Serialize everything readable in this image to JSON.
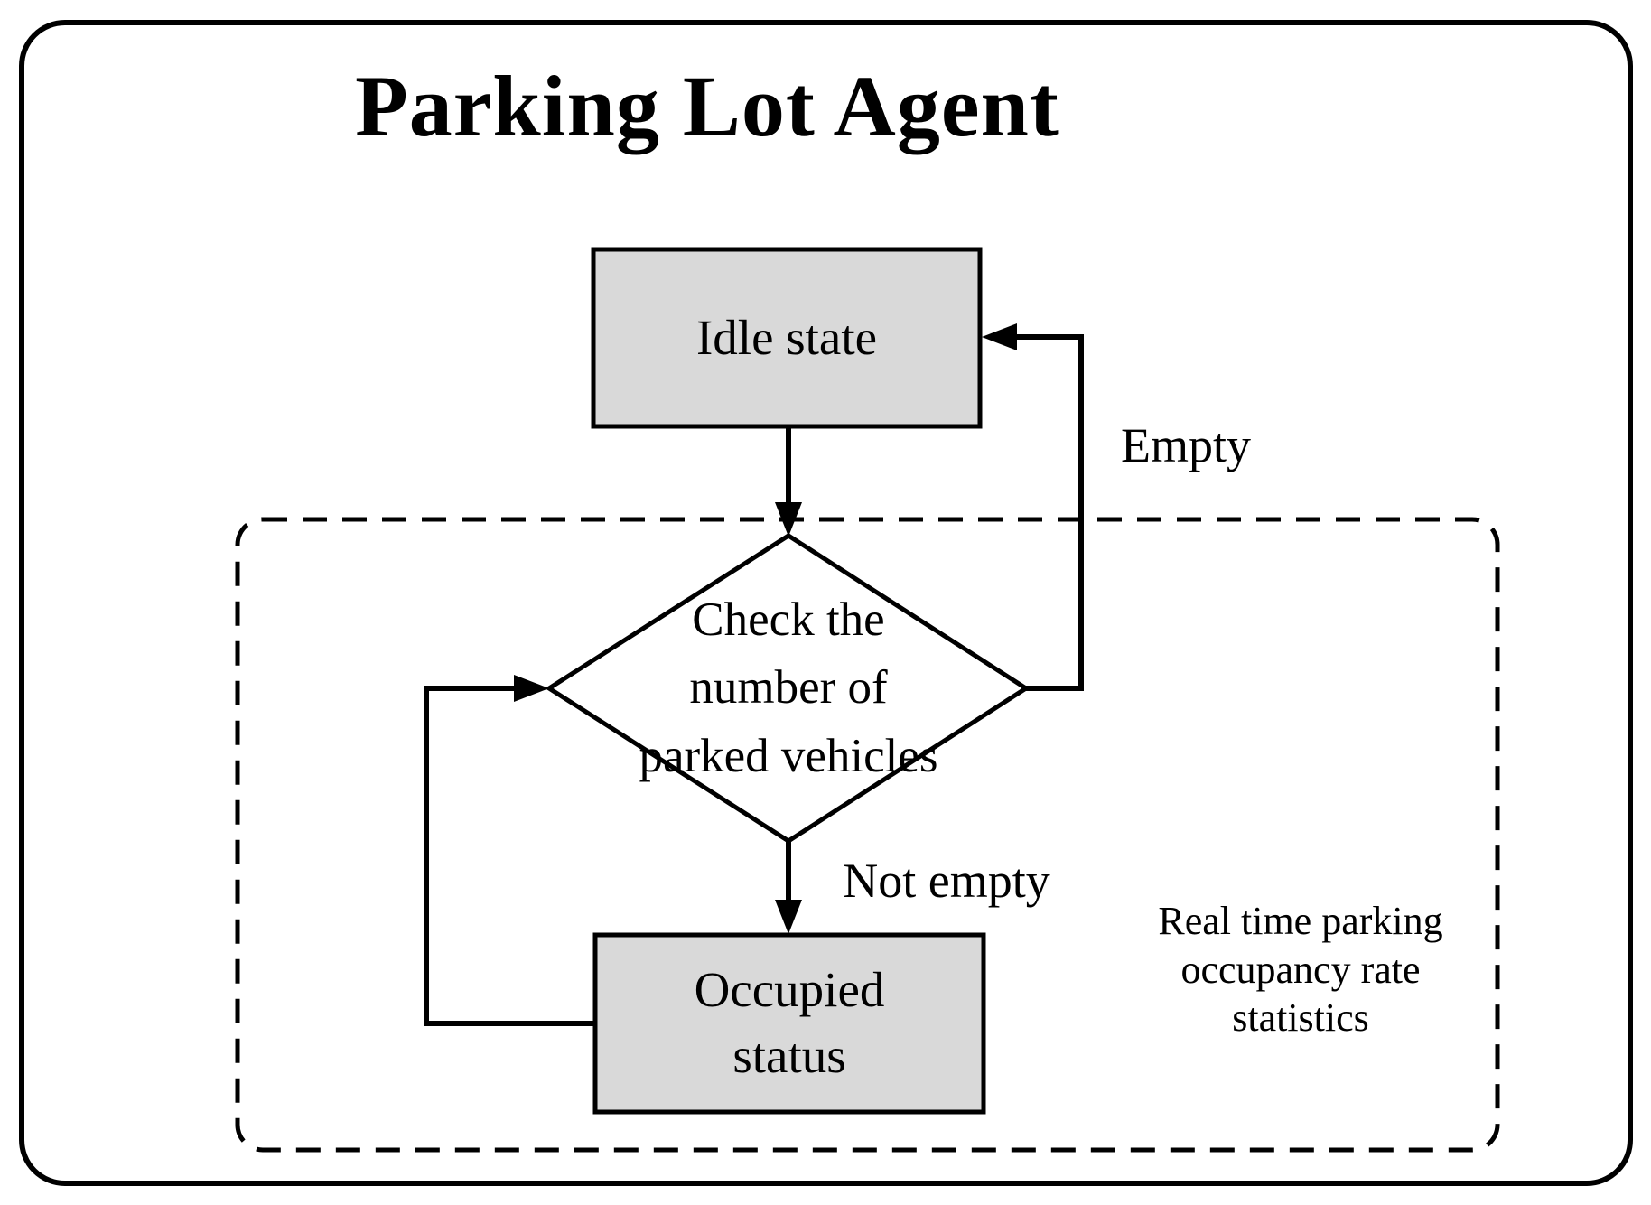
{
  "diagram": {
    "title": "Parking Lot Agent",
    "nodes": {
      "idle": {
        "label": "Idle state"
      },
      "check": {
        "lines": [
          "Check the",
          "number of",
          "parked vehicles"
        ]
      },
      "occupied": {
        "lines": [
          "Occupied",
          "status"
        ]
      }
    },
    "edge_labels": {
      "empty": "Empty",
      "not_empty": "Not empty"
    },
    "annotation": {
      "lines": [
        "Real time parking",
        "occupancy rate",
        "statistics"
      ]
    },
    "colors": {
      "node_fill": "#d9d9d9",
      "line": "#000000",
      "background": "#ffffff"
    }
  }
}
